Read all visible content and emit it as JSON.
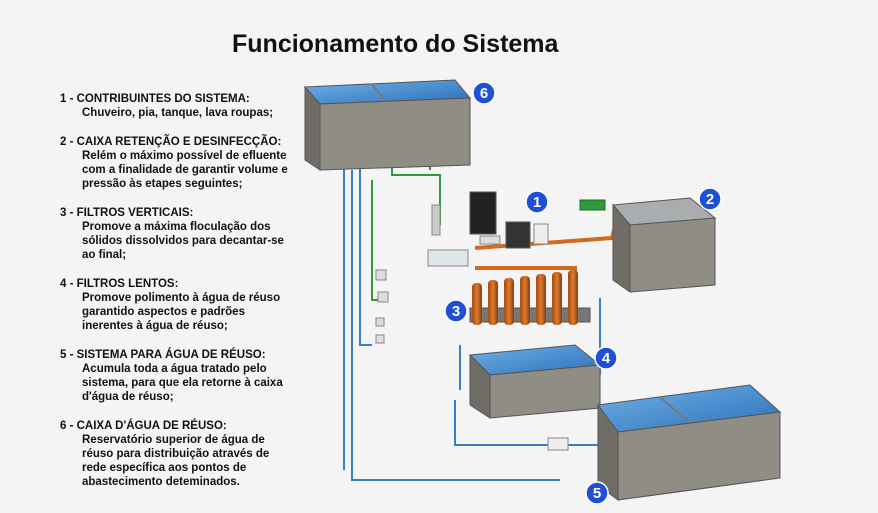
{
  "title": "Funcionamento do Sistema",
  "items": [
    {
      "head": "1 - CONTRIBUINTES DO SISTEMA:",
      "desc": [
        "Chuveiro, pia, tanque, lava roupas;"
      ]
    },
    {
      "head": "2 - CAIXA RETENÇÃO E DESINFECÇÃO:",
      "desc": [
        "Relém o máximo possível de efluente",
        "com a finalidade de garantir volume e",
        "pressão às etapes seguintes;"
      ]
    },
    {
      "head": "3 - FILTROS VERTICAIS:",
      "desc": [
        "Promove a máxima floculação dos",
        "sólidos dissolvidos para decantar-se",
        "ao final;"
      ]
    },
    {
      "head": "4 - FILTROS LENTOS:",
      "desc": [
        "Promove polimento à água de réuso",
        "garantido aspectos e padrões",
        "inerentes à água de réuso;"
      ]
    },
    {
      "head": "5 - SISTEMA PARA ÁGUA DE RÉUSO:",
      "desc": [
        "Acumula toda a água tratado pelo",
        "sistema, para que ela retorne à caixa",
        "d'água de réuso;"
      ]
    },
    {
      "head": "6 - CAIXA D'ÁGUA DE RÉUSO:",
      "desc": [
        "Reservatório superior de água de",
        "réuso para distribuição através de",
        "rede específica aos pontos de",
        "abastecimento deteminados."
      ]
    }
  ],
  "badges": [
    "1",
    "2",
    "3",
    "4",
    "5",
    "6"
  ],
  "colors": {
    "badge": "#1e4fd6",
    "pipe_blue": "#3a7fc2",
    "pipe_green": "#2e9a3c",
    "pipe_orange": "#d2691e",
    "tank": "#8f8d84",
    "water": "#4a8fd0"
  }
}
